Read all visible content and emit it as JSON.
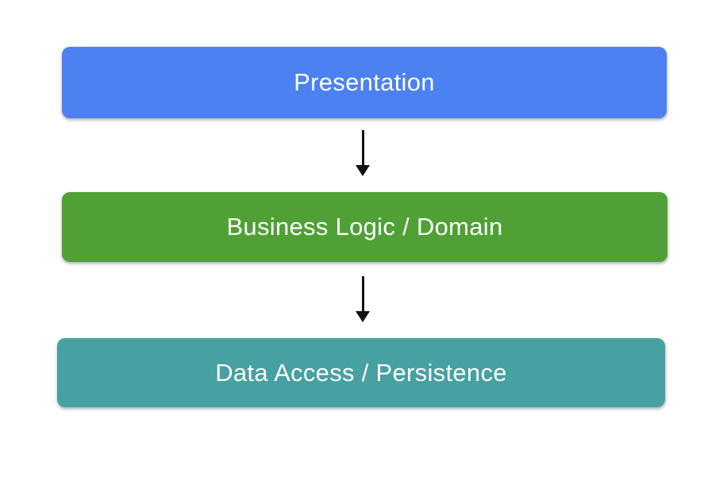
{
  "diagram": {
    "type": "layered-architecture",
    "background_color": "#ffffff",
    "label_color": "#ffffff",
    "arrow_color": "#111111",
    "layers": [
      {
        "label": "Presentation",
        "fill": "#4C81F1"
      },
      {
        "label": "Business Logic / Domain",
        "fill": "#4FA136"
      },
      {
        "label": "Data Access / Persistence",
        "fill": "#47A0A1"
      }
    ],
    "arrows": [
      {
        "from": "Presentation",
        "to": "Business Logic / Domain",
        "direction": "down"
      },
      {
        "from": "Business Logic / Domain",
        "to": "Data Access / Persistence",
        "direction": "down"
      }
    ]
  }
}
